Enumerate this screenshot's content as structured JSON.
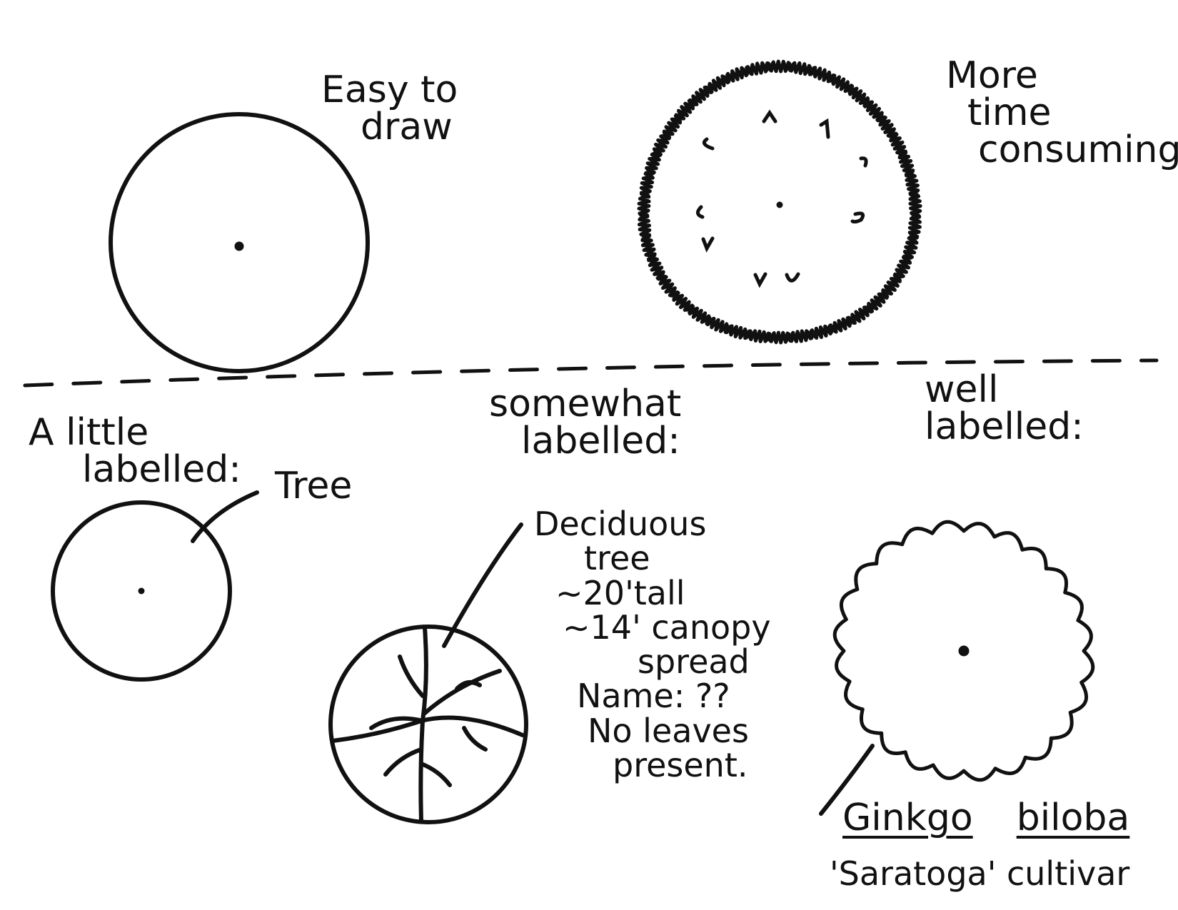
{
  "top": {
    "simple_label": [
      "Easy to",
      "draw"
    ],
    "detailed_label": [
      "More",
      "time",
      "consuming"
    ]
  },
  "bottom": {
    "little": {
      "heading": [
        "A little",
        "labelled:"
      ],
      "callout": "Tree"
    },
    "somewhat": {
      "heading": [
        "somewhat",
        "labelled:"
      ],
      "callout": [
        "Deciduous",
        "tree",
        "~20'tall",
        "~14' canopy",
        "spread",
        "Name: ??",
        "No leaves",
        "present."
      ]
    },
    "well": {
      "heading": [
        "well",
        "labelled:"
      ],
      "genus": "Ginkgo",
      "species": "biloba",
      "cultivar": "'Saratoga' cultivar"
    }
  },
  "colors": {
    "ink": "#111111",
    "paper": "#ffffff"
  }
}
